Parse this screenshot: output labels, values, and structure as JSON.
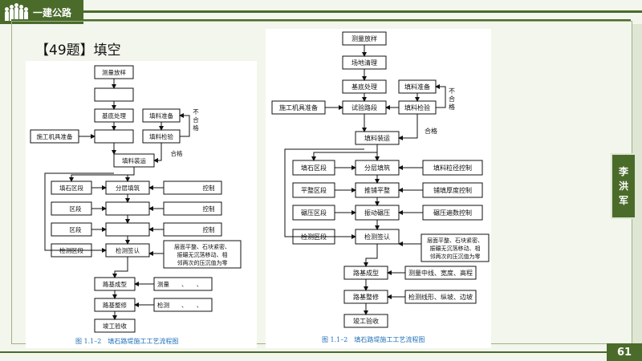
{
  "header": {
    "logo_text": "一建公路"
  },
  "question": {
    "title": "【49题】填空"
  },
  "teacher_tab": {
    "chars": [
      "李",
      "洪",
      "军"
    ]
  },
  "page": {
    "number": "61"
  },
  "left_chart": {
    "caption": "图 1.1–2　填石路堤施工工艺流程图",
    "nodes": {
      "survey": "测量放样",
      "base": "基底处理",
      "equipment": "施工机具准备",
      "fill_prep": "填料准备",
      "fill_check": "填料检验",
      "not_qualified": "不合格",
      "qualified": "合格",
      "load": "填料装运",
      "zone_fill": "填石区段",
      "layer_fill": "分层填筑",
      "control_1": "控制",
      "zone_2": "区段",
      "control_2": "控制",
      "zone_3": "区段",
      "control_3": "控制",
      "zone_check": "检测区段",
      "inspect": "检测签认",
      "standard": "层面平整、石块紧密、振碾无沉落移动、相邻两次的压沉值为零",
      "forming": "路基成型",
      "measure": "测量　　、　　、",
      "finishing": "路基整修",
      "detect": "检测　　、　　、",
      "acceptance": "竣工验收"
    }
  },
  "right_chart": {
    "caption": "图 1.1–2　填石路堤施工工艺流程图",
    "nodes": {
      "survey": "测量放样",
      "clearing": "场地清理",
      "base": "基底处理",
      "equipment": "施工机具准备",
      "trial": "试验路段",
      "fill_prep": "填料准备",
      "fill_check": "填料检验",
      "not_qualified": "不合格",
      "qualified": "合格",
      "load": "填料装运",
      "zone_fill": "填石区段",
      "layer_fill": "分层填筑",
      "grain_control": "填料粒径控制",
      "zone_level": "平整区段",
      "spread_level": "推铺平整",
      "thickness_control": "铺填厚度控制",
      "zone_compact": "碾压区段",
      "vib_compact": "振动碾压",
      "passes_control": "碾压遍数控制",
      "zone_check": "检测区段",
      "inspect": "检测签认",
      "standard": "层面平整、石块紧密、振碾无沉落移动、相邻两次的压沉值为零",
      "forming": "路基成型",
      "measure": "测量中线、宽度、高程",
      "finishing": "路基整修",
      "detect": "检测线形、纵坡、边坡",
      "acceptance": "竣工验收"
    }
  }
}
